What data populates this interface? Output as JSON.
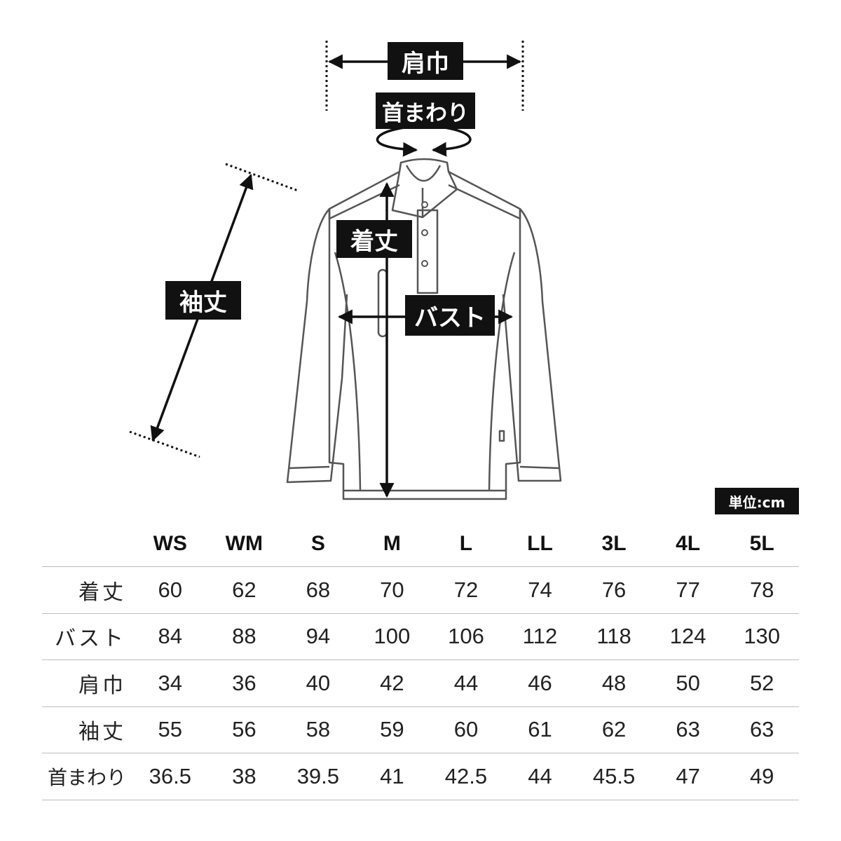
{
  "labels": {
    "katahaba": "肩巾",
    "kubimawari": "首まわり",
    "kitake": "着丈",
    "sodetake": "袖丈",
    "bust": "バスト"
  },
  "unit": "単位:cm",
  "table": {
    "sizes": [
      "WS",
      "WM",
      "S",
      "M",
      "L",
      "LL",
      "3L",
      "4L",
      "5L"
    ],
    "rows": [
      {
        "label": "着丈",
        "values": [
          "60",
          "62",
          "68",
          "70",
          "72",
          "74",
          "76",
          "77",
          "78"
        ]
      },
      {
        "label": "バスト",
        "values": [
          "84",
          "88",
          "94",
          "100",
          "106",
          "112",
          "118",
          "124",
          "130"
        ]
      },
      {
        "label": "肩巾",
        "values": [
          "34",
          "36",
          "40",
          "42",
          "44",
          "46",
          "48",
          "50",
          "52"
        ]
      },
      {
        "label": "袖丈",
        "values": [
          "55",
          "56",
          "58",
          "59",
          "60",
          "61",
          "62",
          "63",
          "63"
        ]
      },
      {
        "label": "首まわり",
        "values": [
          "36.5",
          "38",
          "39.5",
          "41",
          "42.5",
          "44",
          "45.5",
          "47",
          "49"
        ]
      }
    ]
  },
  "colors": {
    "outline": "#555555",
    "label_bg": "#111111",
    "rule": "#bdbdbd"
  }
}
